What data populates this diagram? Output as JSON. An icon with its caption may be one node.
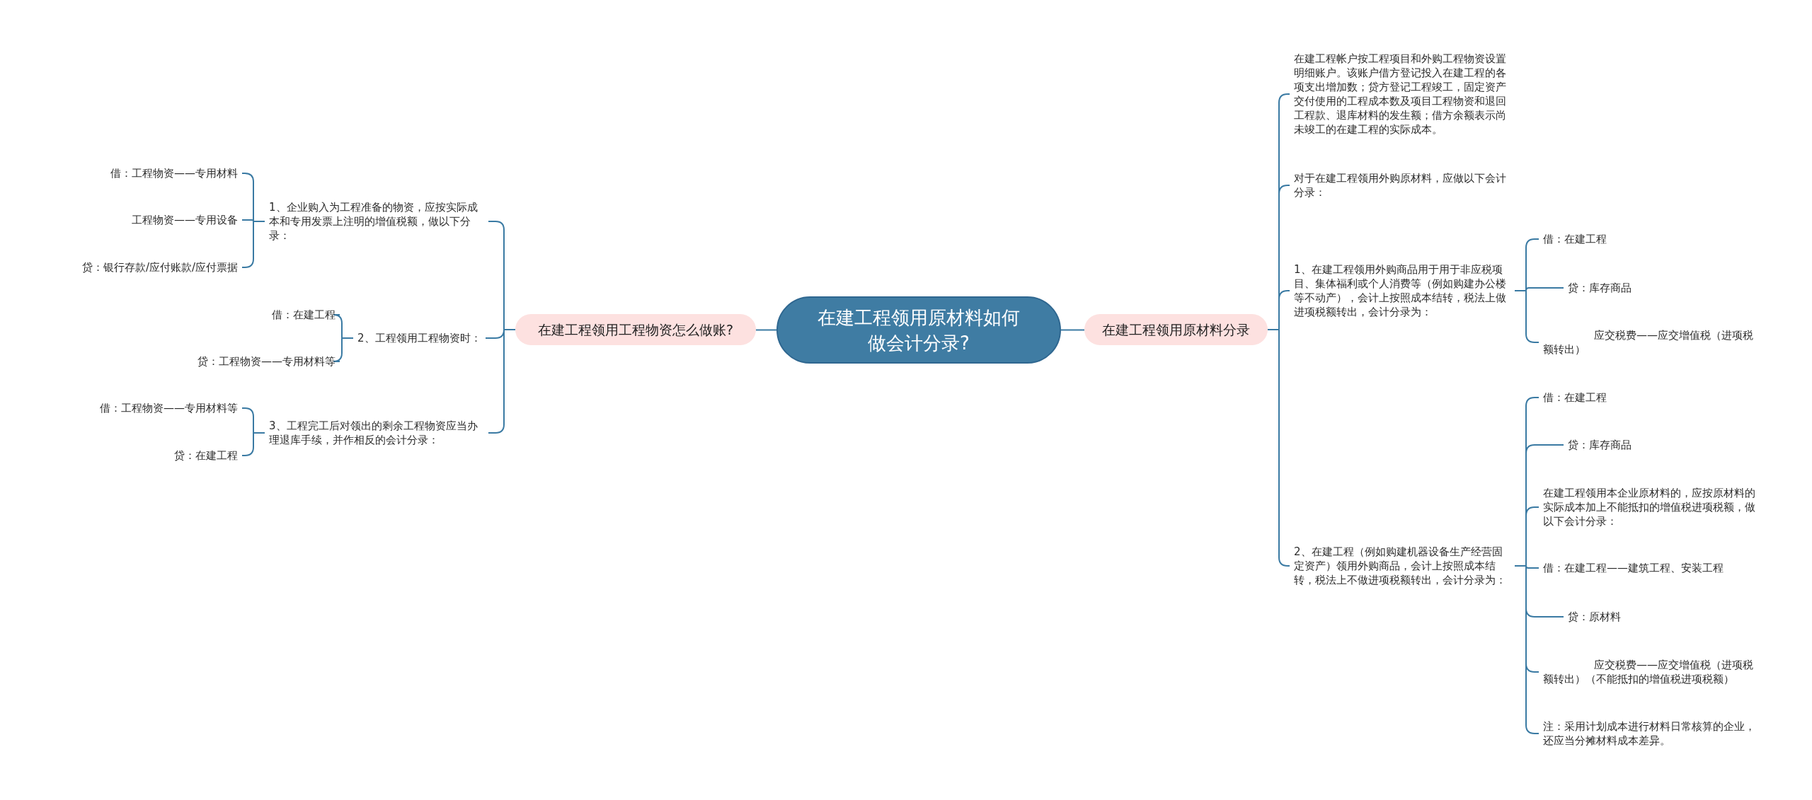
{
  "diagram": {
    "nodes": [
      {
        "text": [
          "在建工程领用原材料如何做会计分录?"
        ]
      },
      {
        "text": [
          "在建工程领用工程物资怎么做账?"
        ]
      },
      {
        "text": [
          "在建工程领用原材料分录"
        ]
      },
      {
        "text": [
          "1、企业购入为工程准备的物资，应按实际成本和专用发票上注明的增值税额，做以下分录："
        ]
      },
      {
        "text": [
          "借：工程物资——专用材料"
        ]
      },
      {
        "text": [
          "工程物资——专用设备"
        ]
      },
      {
        "text": [
          "贷：银行存款/应付账款/应付票据"
        ]
      },
      {
        "text": [
          "2、工程领用工程物资时："
        ]
      },
      {
        "text": [
          "借：在建工程"
        ]
      },
      {
        "text": [
          "贷：工程物资——专用材料等"
        ]
      },
      {
        "text": [
          "3、工程完工后对领出的剩余工程物资应当办理退库手续，并作相反的会计分录："
        ]
      },
      {
        "text": [
          "借：工程物资——专用材料等"
        ]
      },
      {
        "text": [
          "贷：在建工程"
        ]
      },
      {
        "text": [
          "在建工程帐户按工程项目和外购工程物资设置明细账户。该账户借方登记投入在建工程的各项支出增加数；贷方登记工程竣工，固定资产交付使用的工程成本数及项目工程物资和退回工程款、退库材料的发生额；借方余额表示尚未竣工的在建工程的实际成本。"
        ]
      },
      {
        "text": [
          "对于在建工程领用外购原材料，应做以下会计分录："
        ]
      },
      {
        "text": [
          "1、在建工程领用外购商品用于用于非应税项目、集体福利或个人消费等（例如购建办公楼等不动产），会计上按照成本结转，税法上做进项税额转出，会计分录为："
        ]
      },
      {
        "text": [
          "借：在建工程"
        ]
      },
      {
        "text": [
          "贷：库存商品"
        ]
      },
      {
        "text": [
          "应交税费——应交增值税（进项税额转出）"
        ]
      },
      {
        "text": [
          "2、在建工程（例如购建机器设备生产经营固定资产）领用外购商品，会计上按照成本结转，税法上不做进项税额转出，会计分录为："
        ]
      },
      {
        "text": [
          "借：在建工程"
        ]
      },
      {
        "text": [
          "贷：库存商品"
        ]
      },
      {
        "text": [
          "在建工程领用本企业原材料的，应按原材料的实际成本加上不能抵扣的增值税进项税额，做以下会计分录："
        ]
      },
      {
        "text": [
          "借：在建工程——建筑工程、安装工程"
        ]
      },
      {
        "text": [
          "贷：原材料"
        ]
      },
      {
        "text": [
          "应交税费——应交增值税（进项税额转出）（不能抵扣的增值税进项税额）"
        ]
      },
      {
        "text": [
          "注：采用计划成本进行材料日常核算的企业，还应当分摊材料成本差异。"
        ]
      }
    ],
    "edges": [
      {
        "from": 0,
        "to": 1,
        "arrow": "none"
      },
      {
        "from": 0,
        "to": 2,
        "arrow": "none"
      },
      {
        "from": 1,
        "to": 3,
        "arrow": "none"
      },
      {
        "from": 1,
        "to": 7,
        "arrow": "none"
      },
      {
        "from": 1,
        "to": 10,
        "arrow": "none"
      },
      {
        "from": 3,
        "to": 4,
        "arrow": "none"
      },
      {
        "from": 3,
        "to": 5,
        "arrow": "none"
      },
      {
        "from": 3,
        "to": 6,
        "arrow": "none"
      },
      {
        "from": 7,
        "to": 8,
        "arrow": "none"
      },
      {
        "from": 7,
        "to": 9,
        "arrow": "none"
      },
      {
        "from": 10,
        "to": 11,
        "arrow": "none"
      },
      {
        "from": 10,
        "to": 12,
        "arrow": "none"
      },
      {
        "from": 2,
        "to": 13,
        "arrow": "none"
      },
      {
        "from": 2,
        "to": 14,
        "arrow": "none"
      },
      {
        "from": 2,
        "to": 15,
        "arrow": "none"
      },
      {
        "from": 2,
        "to": 19,
        "arrow": "none"
      },
      {
        "from": 15,
        "to": 16,
        "arrow": "none"
      },
      {
        "from": 15,
        "to": 17,
        "arrow": "none"
      },
      {
        "from": 15,
        "to": 18,
        "arrow": "none"
      },
      {
        "from": 19,
        "to": 20,
        "arrow": "none"
      },
      {
        "from": 19,
        "to": 21,
        "arrow": "none"
      },
      {
        "from": 19,
        "to": 22,
        "arrow": "none"
      },
      {
        "from": 19,
        "to": 23,
        "arrow": "none"
      },
      {
        "from": 19,
        "to": 24,
        "arrow": "none"
      },
      {
        "from": 19,
        "to": 25,
        "arrow": "none"
      },
      {
        "from": 19,
        "to": 26,
        "arrow": "none"
      }
    ]
  }
}
